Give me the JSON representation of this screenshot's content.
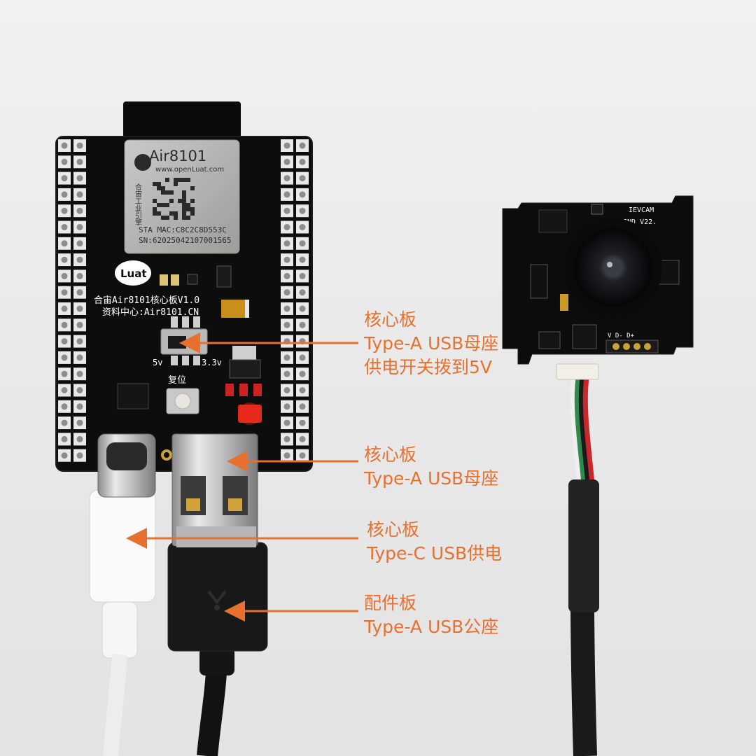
{
  "colors": {
    "annotation": "#e8702f",
    "pcb": "#0d0d0d",
    "background": "#ececec"
  },
  "annotations": [
    {
      "line1": "核心板",
      "line2": "Type-A USB母座",
      "line3": "供电开关拨到5V"
    },
    {
      "line1": "核心板",
      "line2": "Type-A USB母座"
    },
    {
      "line1": "核心板",
      "line2": "Type-C USB供电"
    },
    {
      "line1": "配件板",
      "line2": "Type-A USB公座"
    }
  ],
  "board": {
    "module_name": "Air8101",
    "module_url": "www.openLuat.com",
    "module_vendor": "合宙工业引擎",
    "module_mac": "STA MAC:C8C2C8D553C",
    "module_sn": "SN:62025042107001565",
    "logo_text": "Luat",
    "silk_line1": "合宙Air8101核心板V1.0",
    "silk_line2": "资料中心:Air8101.CN",
    "switch_left": "5v",
    "switch_right": "3.3v",
    "reset_label": "复位"
  },
  "camera": {
    "silk_line1": "IEVCAM",
    "silk_line2": "GND V22.",
    "pins_label": "V  D-  D+"
  }
}
